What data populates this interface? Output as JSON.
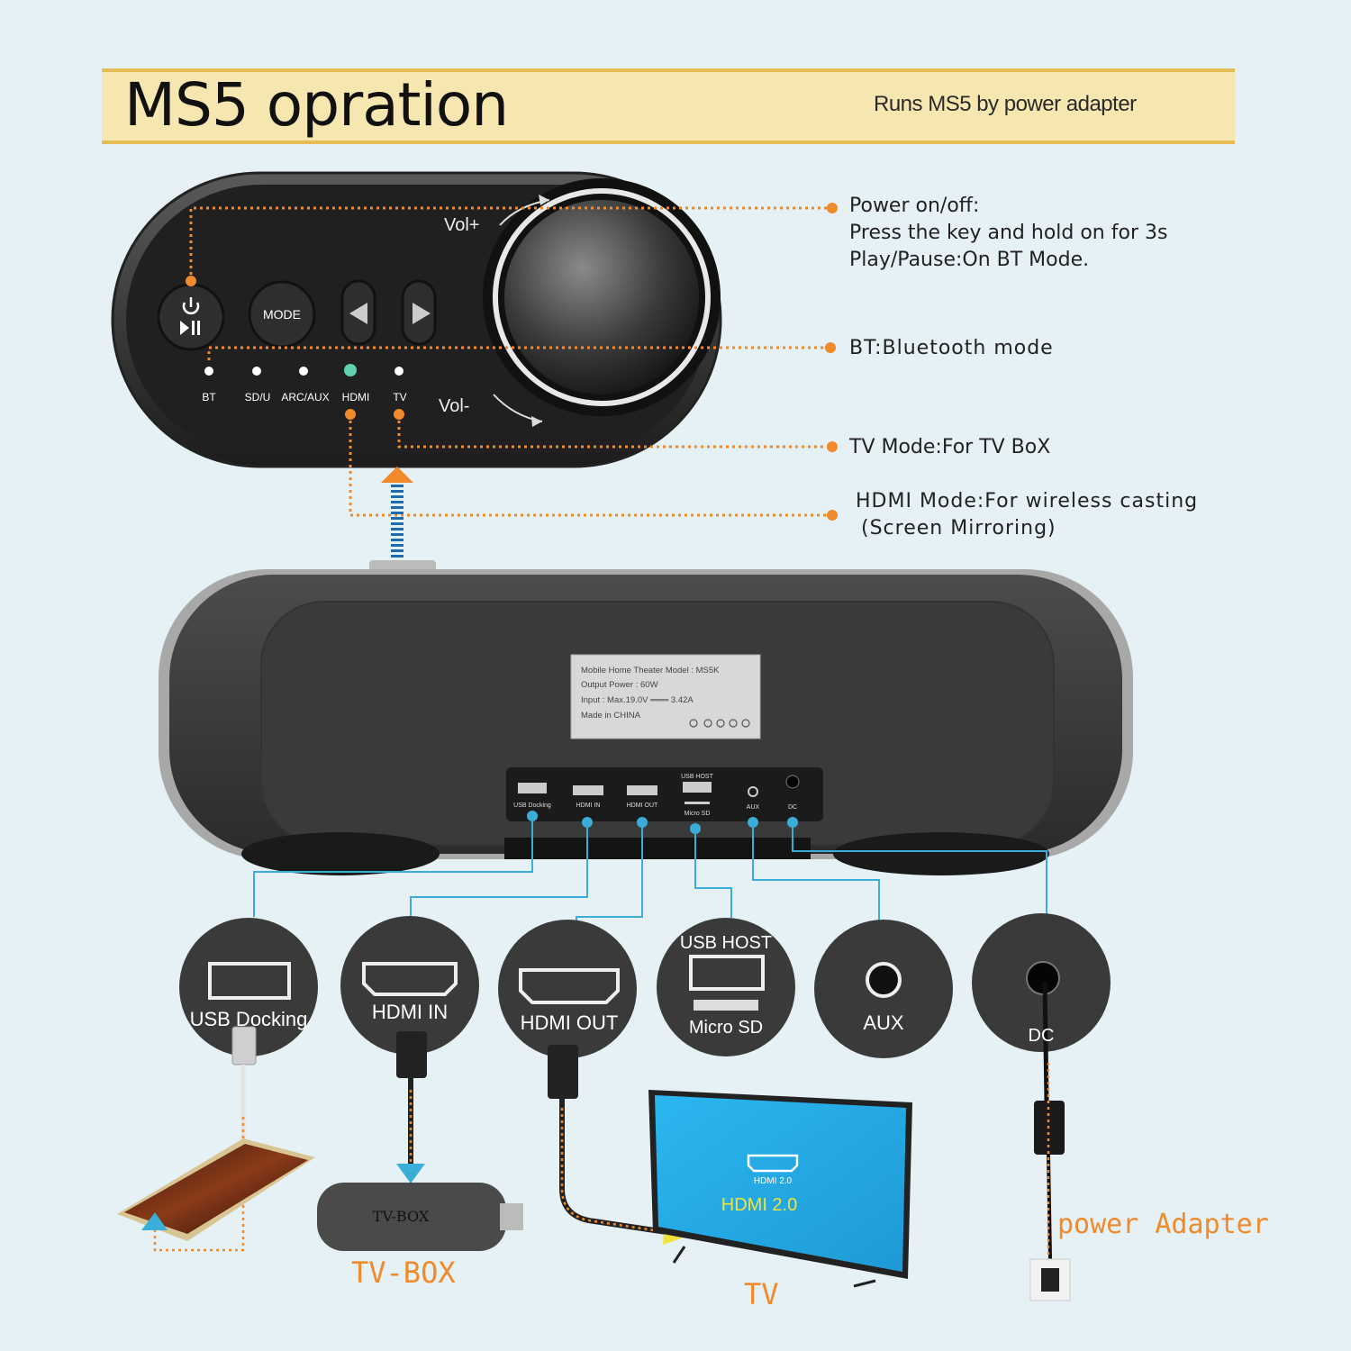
{
  "title": "MS5  opration",
  "badge": {
    "text": "Runs MS5 by power adapter",
    "accent": "#e8b22a",
    "dot": "#e8173a"
  },
  "notes": {
    "power": {
      "line1": "Power on/off:",
      "line2": "Press the key and hold on for 3s",
      "line3": "Play/Pause:On BT Mode."
    },
    "bt": "BT:Bluetooth mode",
    "tv": "TV Mode:For TV BoX",
    "hdmi": {
      "line1": "HDMI Mode:For wireless casting",
      "line2": "(Screen Mirroring)"
    }
  },
  "remote": {
    "mode_label": "MODE",
    "vol_up": "Vol+",
    "vol_down": "Vol-",
    "indicators": [
      "BT",
      "SD/U",
      "ARC/AUX",
      "HDMI",
      "TV"
    ]
  },
  "label_plate": {
    "line1": "Mobile  Home  Theater  Model : MS5K",
    "line2": "Output Power : 60W",
    "line3": "Input : Max.19.0V ═══ 3.42A",
    "line4": "Made in CHINA"
  },
  "rear_ports": {
    "usb_docking": "USB Docking",
    "hdmi_in": "HDMI IN",
    "hdmi_out": "HDMI OUT",
    "usb_host": "USB HOST",
    "micro_sd": "Micro SD",
    "aux": "AUX",
    "dc": "DC"
  },
  "ports": {
    "usb_docking": "USB Docking",
    "hdmi_in": "HDMI IN",
    "hdmi_out": "HDMI OUT",
    "usb_host": "USB HOST",
    "micro_sd": "Micro SD",
    "aux": "AUX",
    "dc": "DC"
  },
  "devices": {
    "tv_box_label": "TV-BOX",
    "tv_box_print": "TV-BOX",
    "tv_label": "TV",
    "tv_screen_small": "HDMI 2.0",
    "tv_screen_big": "HDMI  2.0",
    "power_adapter": "power  Adapter"
  },
  "colors": {
    "orange": "#f08a2a",
    "blue": "#3aaed8",
    "device": "#3a3a3a"
  }
}
